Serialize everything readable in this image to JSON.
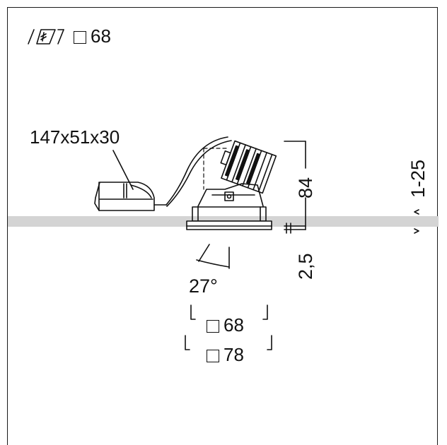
{
  "header": {
    "cutout_symbol": "square",
    "cutout_size": "68"
  },
  "driver": {
    "dimensions": "147x51x30"
  },
  "fixture": {
    "height": "84",
    "trim_thickness": "2,5",
    "ceiling_thickness": "1-25",
    "tilt_angle": "27°"
  },
  "cutout": {
    "inner_size": "68",
    "outer_size": "78"
  },
  "colors": {
    "line": "#111111",
    "ceiling": "#d4d4d4"
  }
}
